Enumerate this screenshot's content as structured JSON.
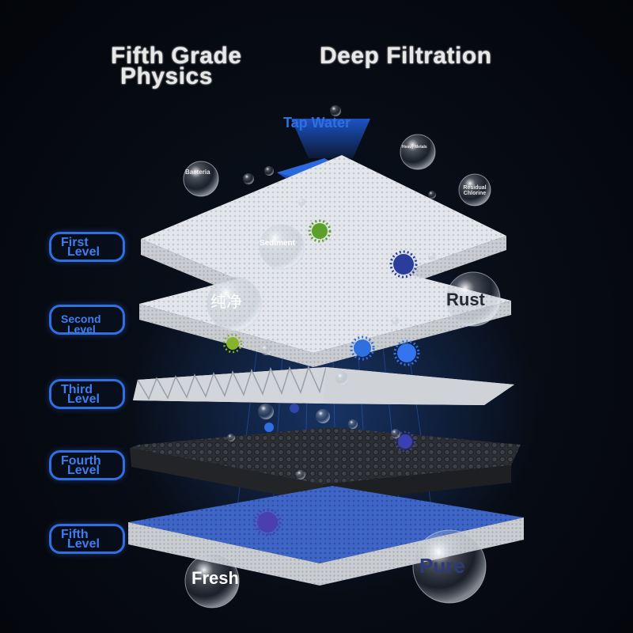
{
  "headings": {
    "title_line1": "Fifth Grade",
    "title_line2": "Physics",
    "subtitle": "Deep Filtration"
  },
  "levels": [
    {
      "word1": "First",
      "word2": "Level"
    },
    {
      "word1": "Second",
      "word2": "Level"
    },
    {
      "word1": "Third",
      "word2": "Level"
    },
    {
      "word1": "Fourth",
      "word2": "Level"
    },
    {
      "word1": "Fifth",
      "word2": "Level"
    }
  ],
  "inflow_label": "Tap Water",
  "impurity_labels": {
    "bacteria": "Bacteria",
    "heavy_metals": "Heavy Metals",
    "residual_chlorine": "Residual Chlorine",
    "sediment": "Sediment",
    "rust": "Rust"
  },
  "result_labels": {
    "pure_cn": "纯净",
    "fresh": "Fresh",
    "pure": "Pure"
  },
  "colors": {
    "accent_blue": "#2f6fe0",
    "layer_white": "#d9dce0",
    "layer_edge": "#bfc3c8",
    "carbon_layer": "#2a2d31",
    "bottom_layer": "#3c63c0"
  },
  "icons": [
    "bubble-icon",
    "virus-icon",
    "down-arrow-icon"
  ]
}
